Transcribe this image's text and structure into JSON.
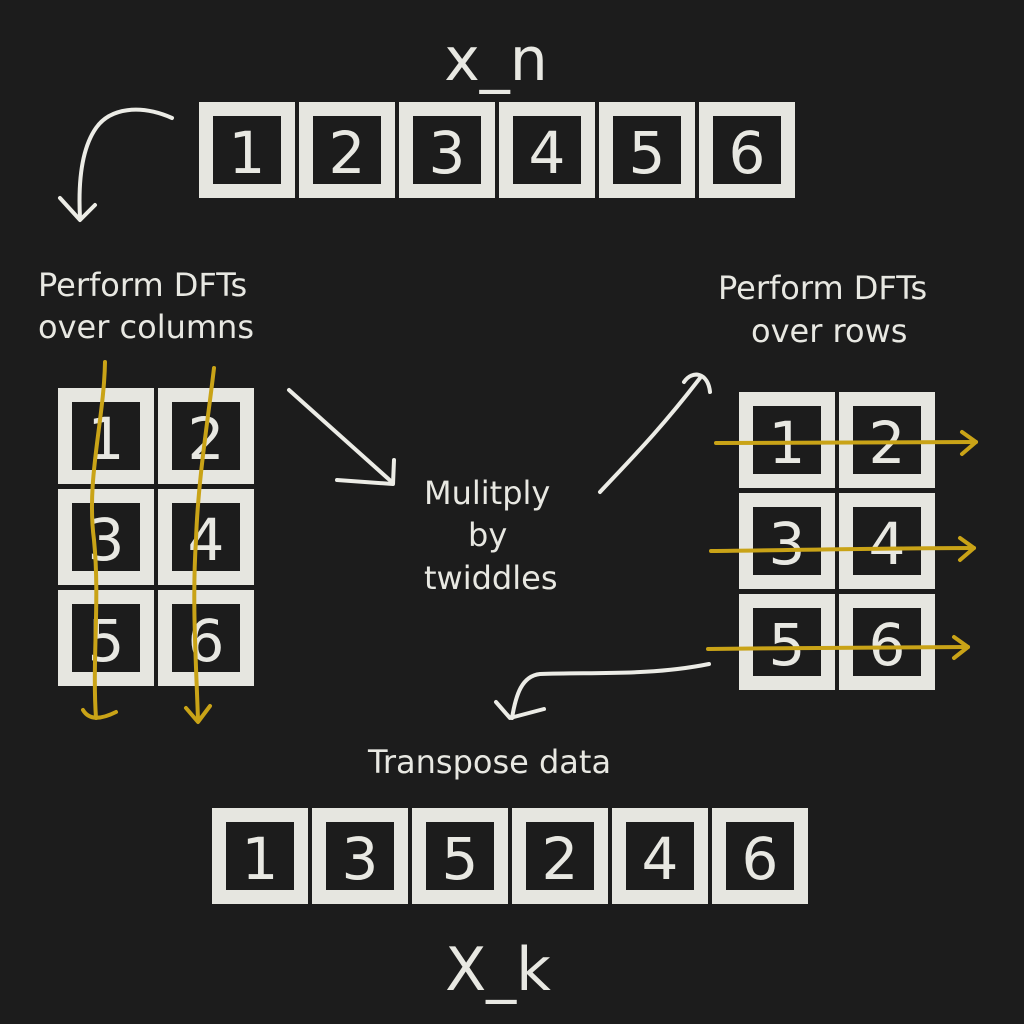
{
  "input_title": "x_n",
  "output_title": "X_k",
  "input_sequence": [
    "1",
    "2",
    "3",
    "4",
    "5",
    "6"
  ],
  "output_sequence": [
    "1",
    "3",
    "5",
    "2",
    "4",
    "6"
  ],
  "column_matrix": [
    "1",
    "2",
    "3",
    "4",
    "5",
    "6"
  ],
  "row_matrix": [
    "1",
    "2",
    "3",
    "4",
    "5",
    "6"
  ],
  "labels": {
    "columns_line1": "Perform DFTs",
    "columns_line2": "over columns",
    "rows_line1": "Perform DFTs",
    "rows_line2": "over rows",
    "twiddle_line1": "Mulitply",
    "twiddle_line2": "by",
    "twiddle_line3": "twiddles",
    "transpose": "Transpose data"
  },
  "colors": {
    "background": "#1c1c1c",
    "cell_border": "#e6e6e0",
    "text": "#e8e8e2",
    "arrow_white": "#ecece6",
    "arrow_gold": "#c9a317"
  }
}
